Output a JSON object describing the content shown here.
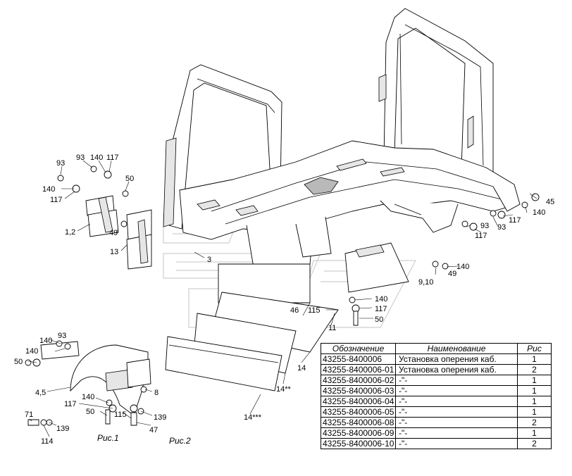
{
  "callouts": {
    "c93a": "93",
    "c140a": "140",
    "c117a": "117",
    "c93b": "93",
    "c140b": "140",
    "c117b": "117",
    "c50a": "50",
    "c12": "1,2",
    "c49a": "49",
    "c13": "13",
    "c3": "3",
    "c45": "45",
    "c140c": "140",
    "c117c": "117",
    "c93c": "93",
    "c93d": "93",
    "c117d": "117",
    "c140d": "140",
    "c49b": "49",
    "c910": "9,10",
    "c140e": "140",
    "c117e": "117",
    "c50b": "50",
    "c46": "46",
    "c115a": "115",
    "c11": "11",
    "c14": "14",
    "c14s2": "14**",
    "c14s3": "14***",
    "c140f": "140",
    "c93e": "93",
    "c140g": "140",
    "c50c": "50",
    "c45b": "4,5",
    "c8": "8",
    "c140h": "140",
    "c117f": "117",
    "c50d": "50",
    "c115b": "115",
    "c139a": "139",
    "c71": "71",
    "c139b": "139",
    "c114": "114",
    "c47": "47"
  },
  "captions": {
    "fig1": "Рис.1",
    "fig2": "Рис.2"
  },
  "table": {
    "headers": [
      "Обозначение",
      "Наименование",
      "Рис"
    ],
    "rows": [
      [
        "43255-8400006",
        "Установка оперения каб.",
        "1"
      ],
      [
        "43255-8400006-01",
        "Установка оперения каб.",
        "2"
      ],
      [
        "43255-8400006-02",
        "-\"-",
        "1"
      ],
      [
        "43255-8400006-03",
        "-\"-",
        "1"
      ],
      [
        "43255-8400006-04",
        "-\"-",
        "1"
      ],
      [
        "43255-8400006-05",
        "-\"-",
        "1"
      ],
      [
        "43255-8400006-08",
        "-\"-",
        "2"
      ],
      [
        "43255-8400006-09",
        "-\"-",
        "1"
      ],
      [
        "43255-8400006-10",
        "-\"-",
        "2"
      ]
    ]
  }
}
